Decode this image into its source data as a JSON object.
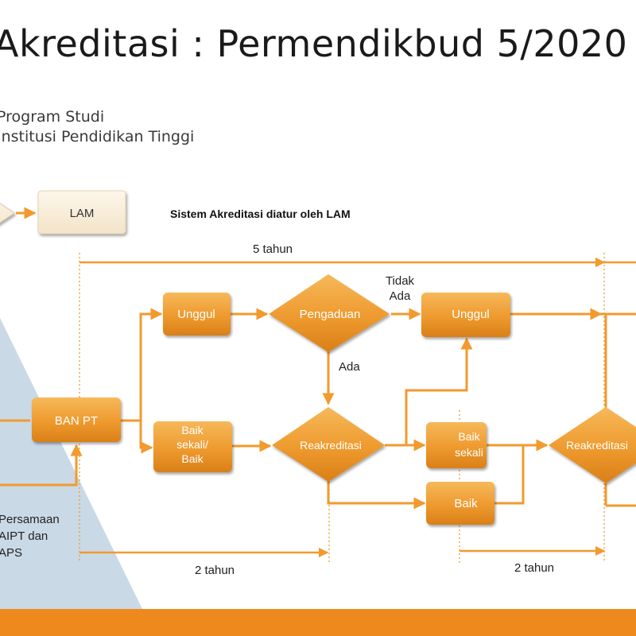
{
  "header": {
    "title": "Akreditasi : Permendikbud 5/2020",
    "subtitle_line1": "Program Studi",
    "subtitle_line2": "Institusi Pendidikan Tinggi"
  },
  "note": {
    "lam_heading": "Sistem Akreditasi diatur oleh LAM",
    "left_line1": "Persamaan",
    "left_line2": "AIPT dan",
    "left_line3": "APS"
  },
  "nodes": {
    "lam": "LAM",
    "ban_pt": "BAN PT",
    "unggul_1": "Unggul",
    "baik_sekali_baik": [
      "Baik",
      "sekali/",
      "Baik"
    ],
    "pengaduan": "Pengaduan",
    "reakreditasi_1": "Reakreditasi",
    "unggul_2": "Unggul",
    "baik_sekali_2": [
      "Baik",
      "sekali"
    ],
    "baik": "Baik",
    "reakreditasi_2": "Reakreditasi"
  },
  "labels": {
    "five_years": "5 tahun",
    "two_years_left": "2 tahun",
    "two_years_right": "2 tahun",
    "tidak_ada": [
      "Tidak",
      "Ada"
    ],
    "ada": "Ada"
  },
  "colors": {
    "orange": "#f0a030",
    "orange_dark": "#d9801a",
    "line": "#f29a2e",
    "bar": "#ee8a1d",
    "triangle": "#c9d9e6"
  }
}
